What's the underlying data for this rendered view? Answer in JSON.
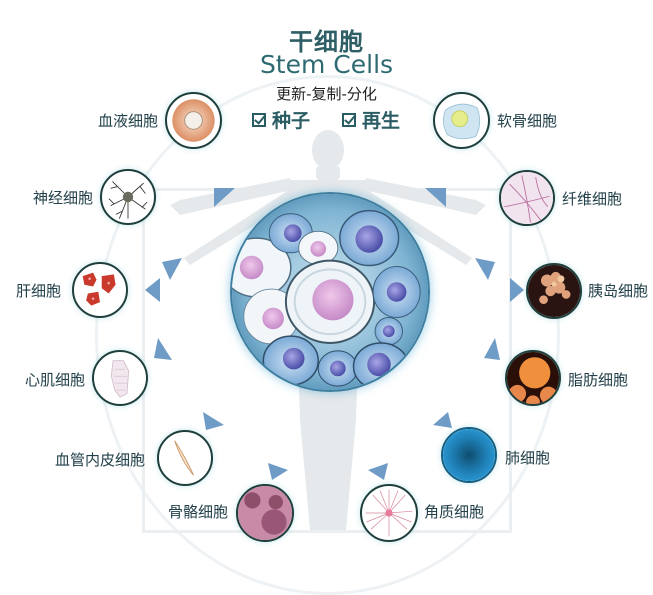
{
  "title": {
    "chinese": "干细胞",
    "english": "Stem Cells",
    "subtitle": "更新-复制-分化"
  },
  "features": [
    {
      "label": "种子",
      "checked": true,
      "icon": "checkbox-icon"
    },
    {
      "label": "再生",
      "checked": true,
      "icon": "checkbox-icon"
    }
  ],
  "center": {
    "name": "stem-cell-cluster",
    "icon": "stem-cell-image"
  },
  "cell_types": {
    "left": [
      {
        "label": "血液细胞",
        "icon": "blood-cell-icon"
      },
      {
        "label": "神经细胞",
        "icon": "neuron-icon"
      },
      {
        "label": "肝细胞",
        "icon": "liver-cell-icon"
      },
      {
        "label": "心肌细胞",
        "icon": "cardiomyocyte-icon"
      },
      {
        "label": "血管内皮细胞",
        "icon": "endothelial-cell-icon"
      },
      {
        "label": "骨骼细胞",
        "icon": "skeletal-cell-icon"
      }
    ],
    "right": [
      {
        "label": "软骨细胞",
        "icon": "chondrocyte-icon"
      },
      {
        "label": "纤维细胞",
        "icon": "fibrocyte-icon"
      },
      {
        "label": "胰岛细胞",
        "icon": "islet-cell-icon"
      },
      {
        "label": "脂肪细胞",
        "icon": "adipocyte-icon"
      },
      {
        "label": "肺细胞",
        "icon": "lung-cell-icon"
      },
      {
        "label": "角质细胞",
        "icon": "keratinocyte-icon"
      }
    ]
  },
  "colors": {
    "title": "#2f5f66",
    "arrow": "#6f9cc6",
    "ring": "#1f3f3c",
    "center_blue": "#4f8fb8"
  }
}
